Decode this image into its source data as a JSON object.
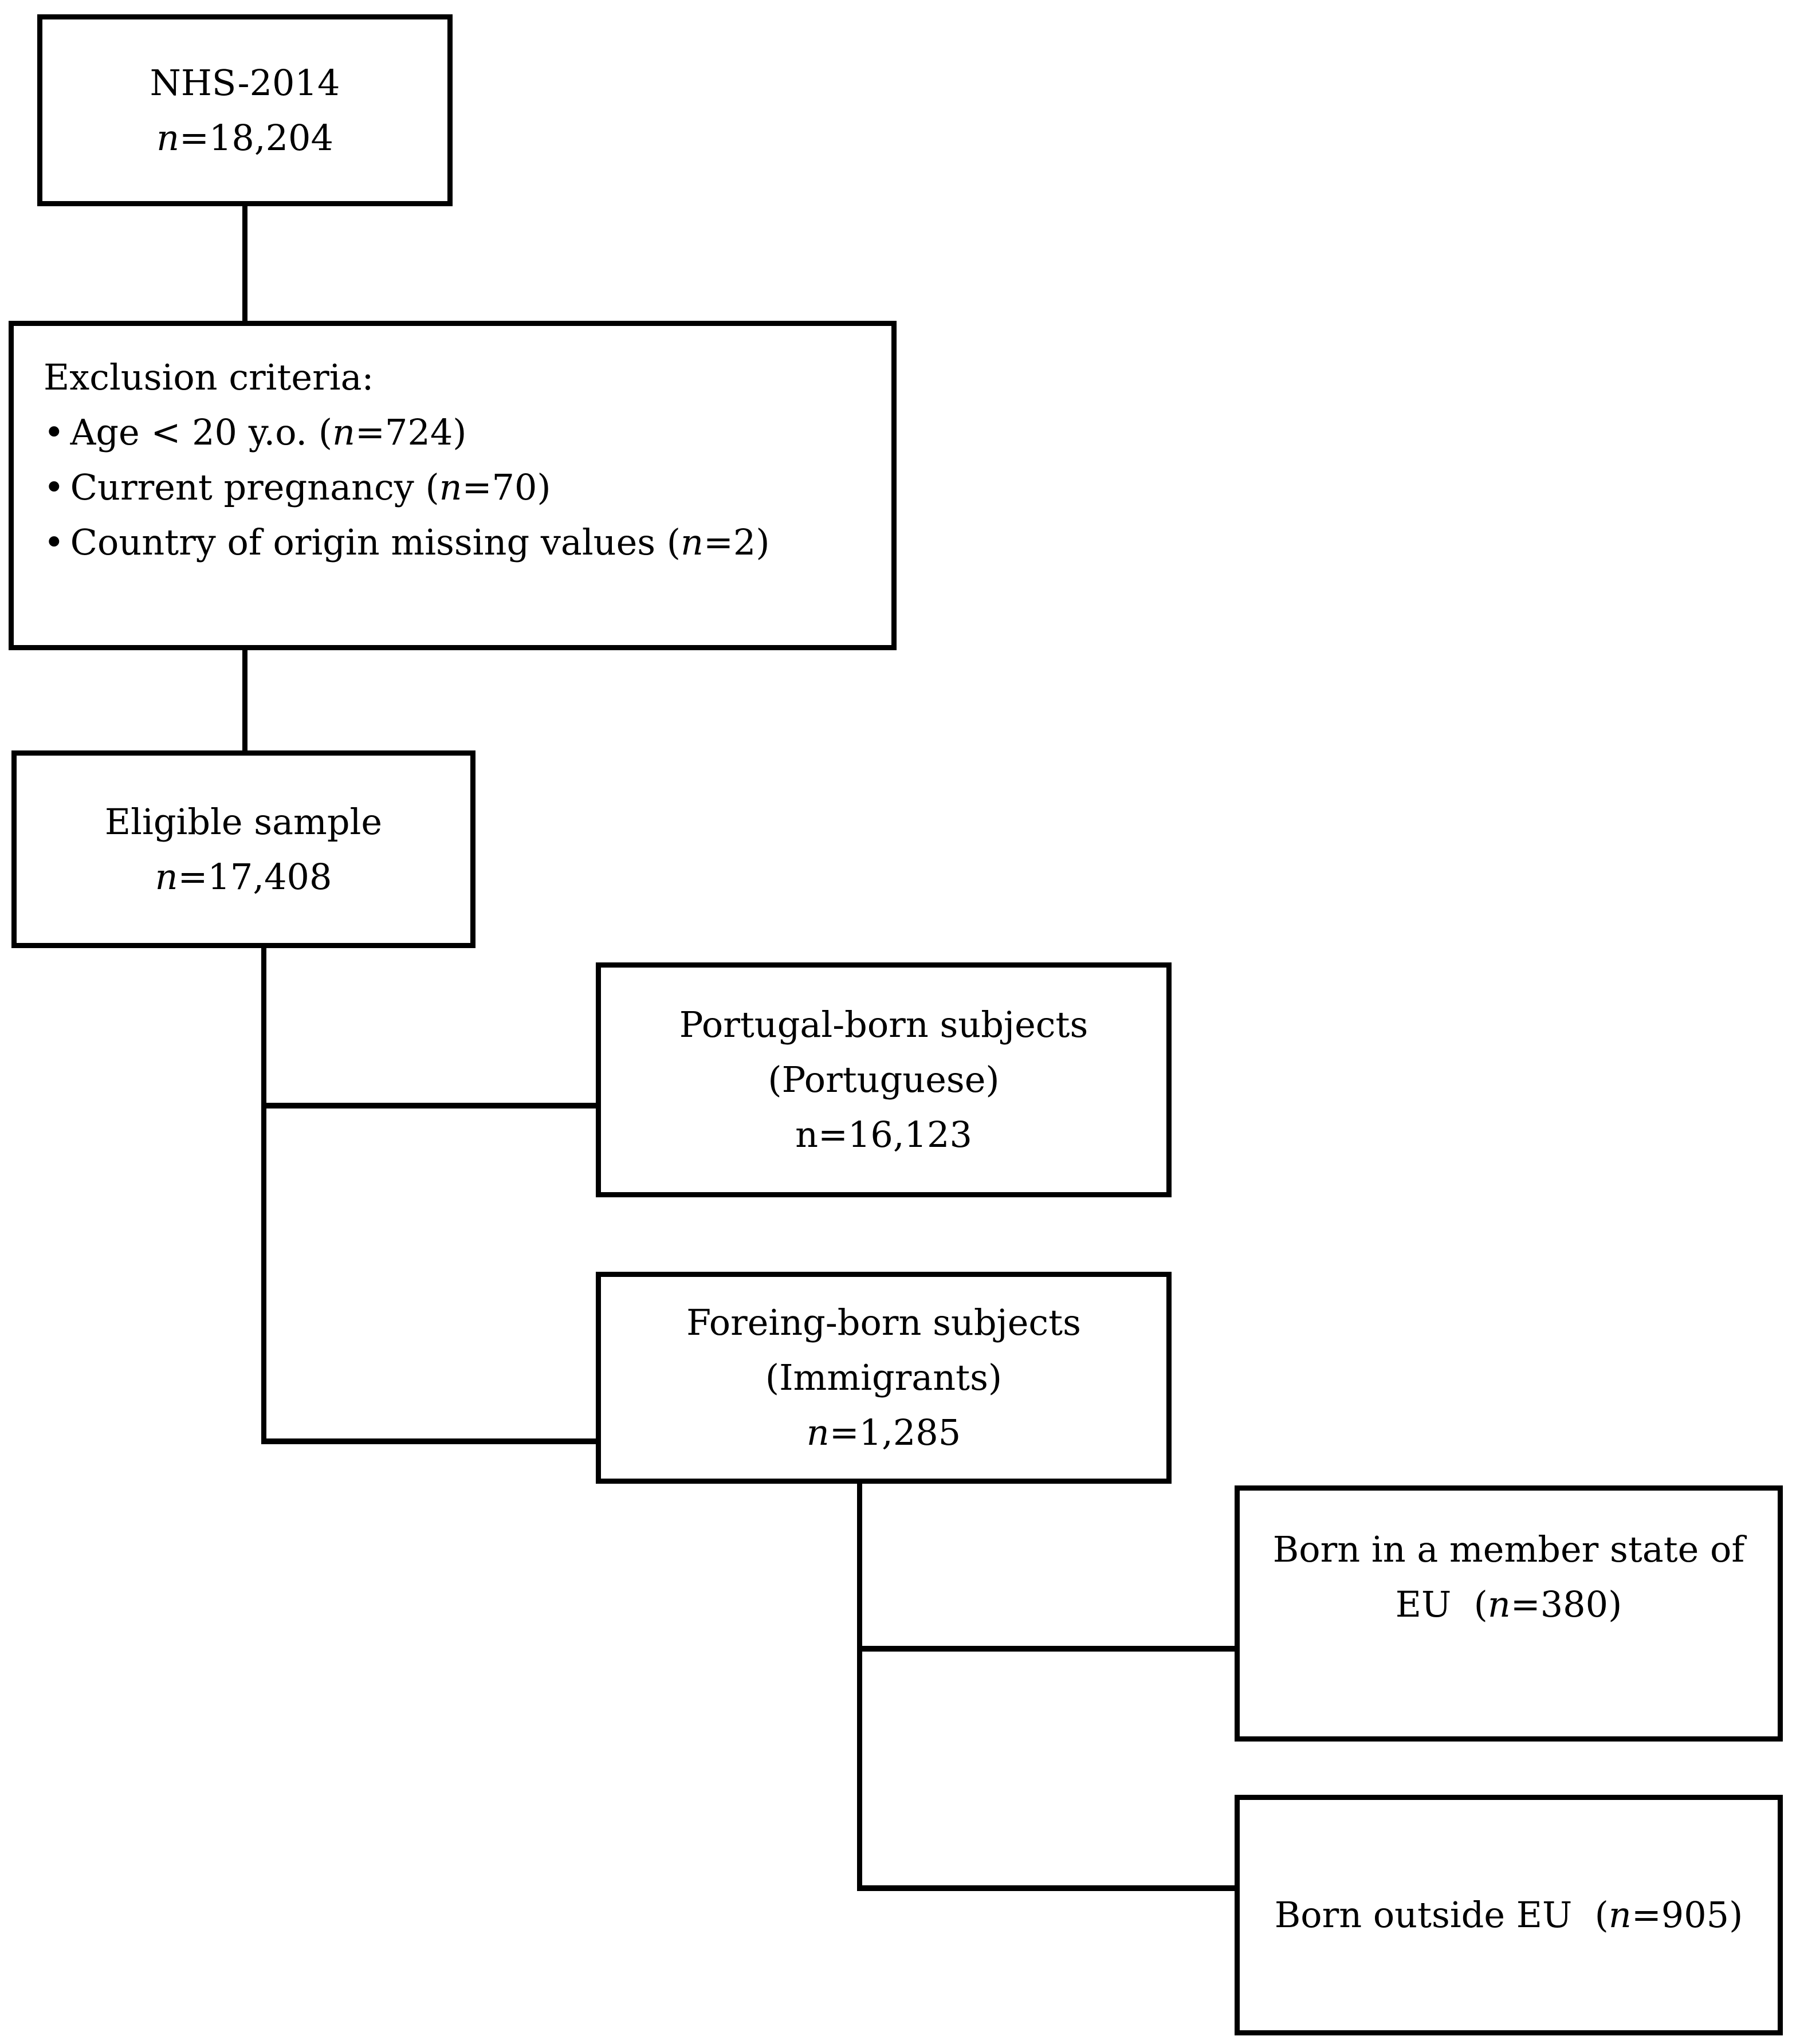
{
  "figure": {
    "background": "#ffffff",
    "line_color": "#000000"
  },
  "boxes": {
    "nhs": {
      "title": "NHS-2014",
      "n_italic": "n",
      "n_rest": "=18,204"
    },
    "exclusion": {
      "heading": "Exclusion criteria:",
      "bullet_glyph": "•",
      "bullets": [
        {
          "pre": "Age < 20 y.o. (",
          "n": "n",
          "post": "=724)"
        },
        {
          "pre": "Current pregnancy (",
          "n": "n",
          "post": "=70)"
        },
        {
          "pre": "Country of origin missing values (",
          "n": "n",
          "post": "=2)"
        }
      ]
    },
    "eligible": {
      "title": "Eligible sample",
      "n_italic": "n",
      "n_rest": "=17,408"
    },
    "portugal": {
      "line1": "Portugal-born subjects",
      "line2": "(Portuguese)",
      "line3": "n=16,123"
    },
    "foreign": {
      "line1": "Foreing-born subjects",
      "line2": "(Immigrants)",
      "n_italic": "n",
      "n_rest": "=1,285"
    },
    "eu": {
      "line1": "Born in a member state of",
      "line2_pre": "EU  (",
      "n_italic": "n",
      "line2_post": "=380)"
    },
    "outside_eu": {
      "pre": "Born outside EU  (",
      "n_italic": "n",
      "post": "=905)"
    }
  }
}
